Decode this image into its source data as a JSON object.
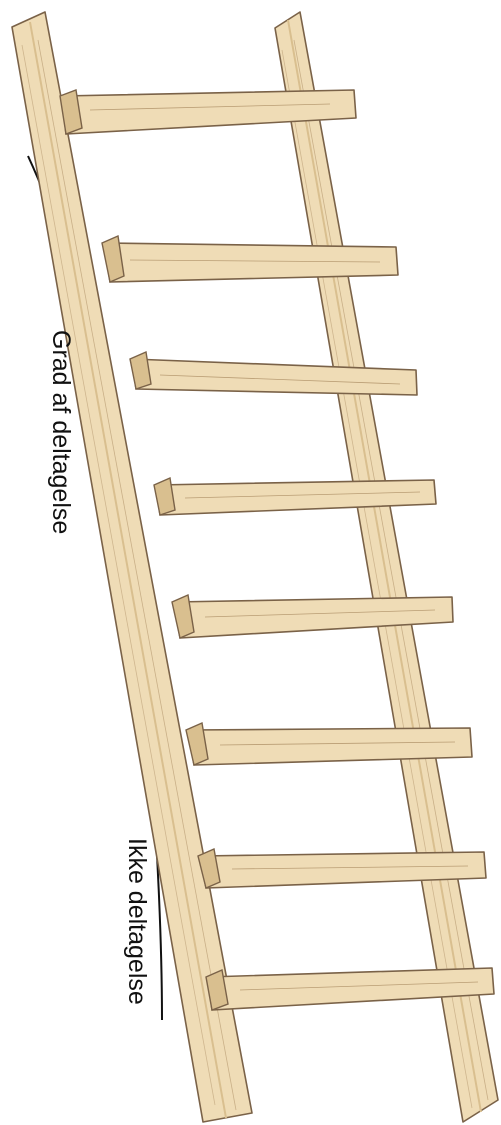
{
  "labels": {
    "top": "Grad af deltagelse",
    "bottom": "Ikke deltagelse"
  },
  "colors": {
    "wood_fill": "#efdcb6",
    "wood_light": "#f6e9cc",
    "wood_shadow": "#d9bf8f",
    "wood_stroke": "#7a6248",
    "curve": "#111111"
  },
  "ladder": {
    "rung_count": 8
  }
}
